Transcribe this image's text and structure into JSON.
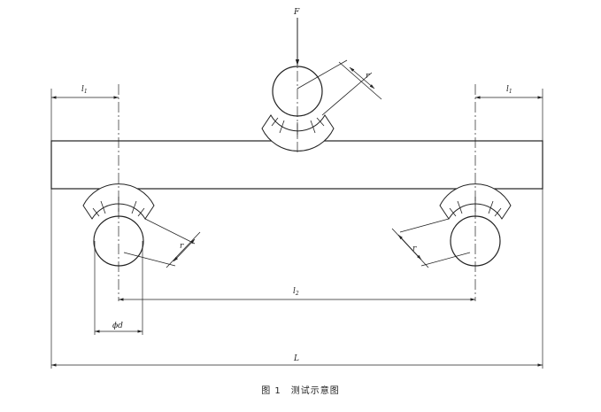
{
  "labels": {
    "force": "F",
    "l1": "l",
    "l1_sub": "1",
    "l2": "l",
    "l2_sub": "2",
    "r": "r",
    "diameter": "ϕd",
    "length": "L"
  },
  "caption": "图 1　测试示意图",
  "colors": {
    "stroke": "#222222",
    "background": "#ffffff"
  }
}
